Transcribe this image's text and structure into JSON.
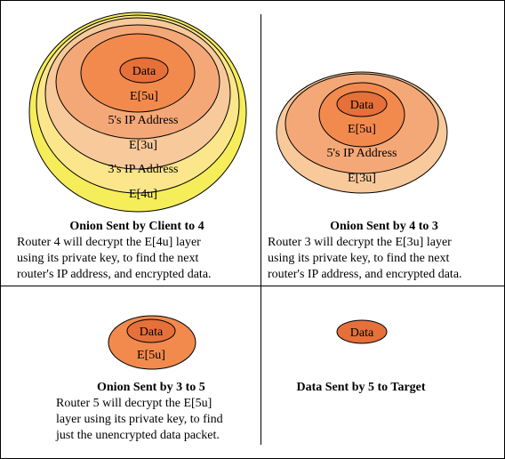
{
  "colors": {
    "data": "#e5703a",
    "e5u": "#f28a4d",
    "ip5": "#f5a877",
    "e3u": "#f8c99b",
    "ip3": "#fbe68c",
    "e4u": "#f6ed5a",
    "stroke": "#000000"
  },
  "quadrants": {
    "q1": {
      "caption": "Onion Sent by Client to 4",
      "lines": [
        "Router 4 will decrypt the E[4u] layer",
        "using its private key, to find the next",
        "router's IP address, and encrypted data."
      ],
      "layers": [
        "Data",
        "E[5u]",
        "5's IP Address",
        "E[3u]",
        "3's IP Address",
        "E[4u]"
      ]
    },
    "q2": {
      "caption": "Onion Sent by 4 to 3",
      "lines": [
        "Router 3 will decrypt the E[3u] layer",
        "using its private key, to find the next",
        "router's IP address, and encrypted data."
      ],
      "layers": [
        "Data",
        "E[5u]",
        "5's IP Address",
        "E[3u]"
      ]
    },
    "q3": {
      "caption": "Onion Sent by 3 to 5",
      "lines": [
        "Router 5 will decrypt the E[5u]",
        "layer using its private key, to find",
        "just the unencrypted data packet."
      ],
      "layers": [
        "Data",
        "E[5u]"
      ]
    },
    "q4": {
      "caption": "Data Sent by 5 to Target",
      "layers": [
        "Data"
      ]
    }
  }
}
